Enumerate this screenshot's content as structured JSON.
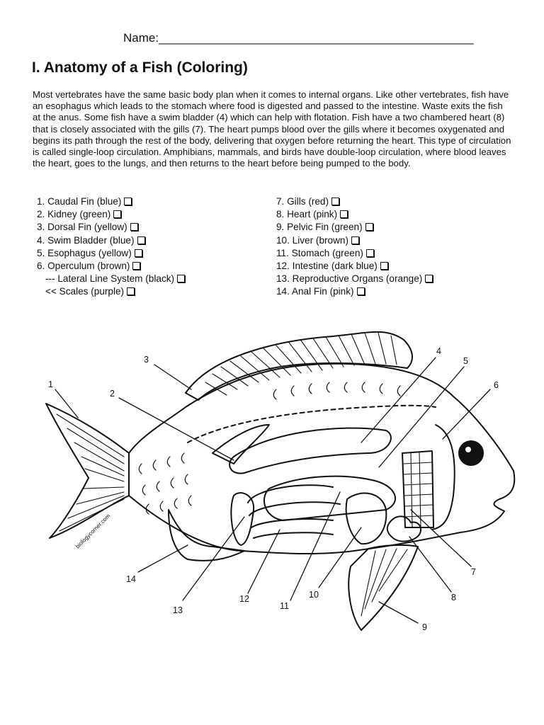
{
  "header": {
    "name_label": "Name:_______________________________________________",
    "title": "I. Anatomy of a Fish (Coloring)"
  },
  "intro": "Most vertebrates have the same basic body plan when it comes to internal organs. Like other vertebrates, fish have an esophagus which leads to the stomach where food is digested and passed to the intestine. Waste exits the fish at the anus. Some fish have a swim bladder (4) which can help with flotation. Fish have a two chambered heart (8) that is closely associated with the gills (7). The heart pumps blood over the gills where it becomes oxygenated and begins its path through the rest of the body, delivering that oxygen before returning the heart. This type of circulation is called single-loop circulation. Amphibians, mammals, and birds have double-loop circulation, where blood leaves the heart, goes to the lungs, and then returns to the heart before being pumped to the body.",
  "parts_left": [
    "1. Caudal Fin (blue)",
    "2. Kidney (green)",
    "3. Dorsal Fin (yellow)",
    "4. Swim Bladder (blue)",
    "5. Esophagus (yellow)",
    "6. Operculum (brown)",
    "--- Lateral Line System (black)",
    "<< Scales (purple)"
  ],
  "parts_right": [
    "7. Gills (red)",
    "8. Heart (pink)",
    "9. Pelvic Fin (green)",
    "10. Liver (brown)",
    "11. Stomach (green)",
    "12. Intestine (dark blue)",
    "13. Reproductive Organs (orange)",
    "14. Anal Fin (pink)"
  ],
  "diagram": {
    "labels": [
      "1",
      "2",
      "3",
      "4",
      "5",
      "6",
      "7",
      "8",
      "9",
      "10",
      "11",
      "12",
      "13",
      "14"
    ],
    "watermark": "biologycorner.com"
  }
}
